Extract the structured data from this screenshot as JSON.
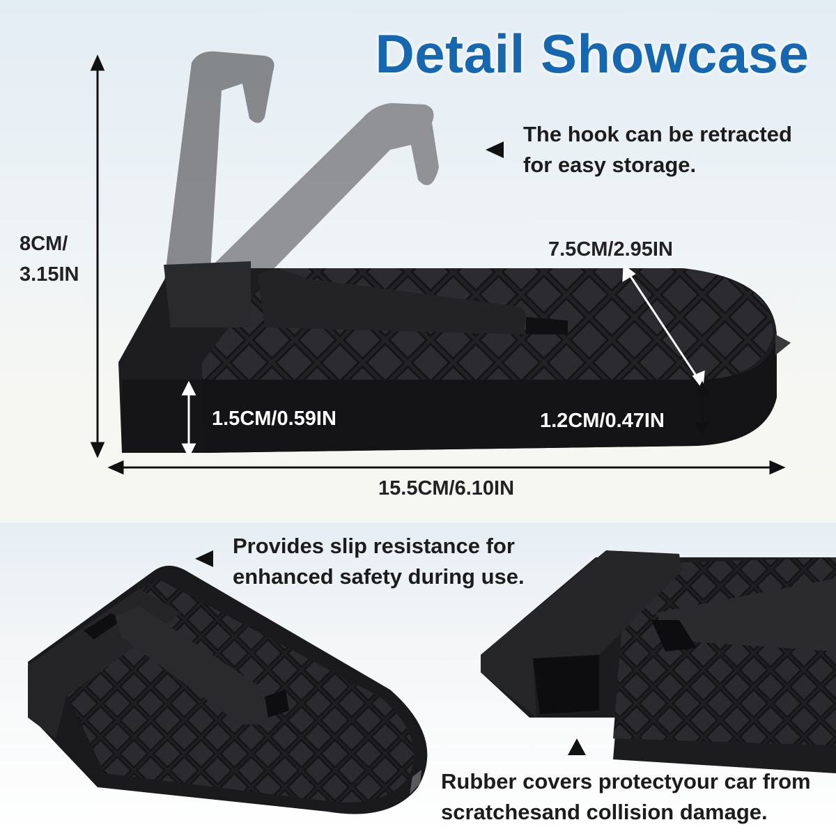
{
  "headline": "Detail Showcase",
  "notes": {
    "hook": [
      "The hook can be retracted",
      "for easy storage."
    ],
    "slip": [
      "Provides slip resistance for",
      "enhanced safety during use."
    ],
    "rubber": [
      "Rubber covers protectyour car from",
      "scratchesand collision damage."
    ]
  },
  "dimensions": {
    "height": [
      "8CM/",
      "3.15IN"
    ],
    "width": "7.5CM/2.95IN",
    "thickness_front": "1.5CM/0.59IN",
    "thickness_end": "1.2CM/0.47IN",
    "length": "15.5CM/6.10IN"
  },
  "colors": {
    "headline": "#1467b0",
    "text": "#1c1c1c",
    "product": "#1d1d1f",
    "hook_ghost": "#6b6b6b"
  }
}
